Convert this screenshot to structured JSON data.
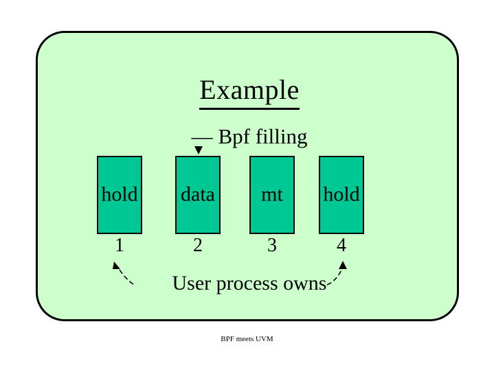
{
  "slide": {
    "title": "Example",
    "subtitle_dash": "—",
    "subtitle_text": "Bpf filling",
    "caption": "User process owns",
    "footer": "BPF meets UVM",
    "colors": {
      "page_background": "#ffffff",
      "slide_background": "#ccffcc",
      "slide_border": "#000000",
      "cell_fill": "#00c894",
      "cell_border": "#000000",
      "text": "#000000"
    },
    "cells": [
      {
        "label": "hold",
        "index": "1"
      },
      {
        "label": "data",
        "index": "2"
      },
      {
        "label": "mt",
        "index": "3"
      },
      {
        "label": "hold",
        "index": "4"
      }
    ],
    "annotations": {
      "fill_arrow": {
        "icon": "down-arrowhead-icon",
        "points_to_cell_index": "2"
      },
      "owner_arrow_left": {
        "icon": "curved-up-arrow-icon",
        "points_to_cell_index": "1"
      },
      "owner_arrow_right": {
        "icon": "curved-up-arrow-icon",
        "points_to_cell_index": "4"
      }
    }
  }
}
